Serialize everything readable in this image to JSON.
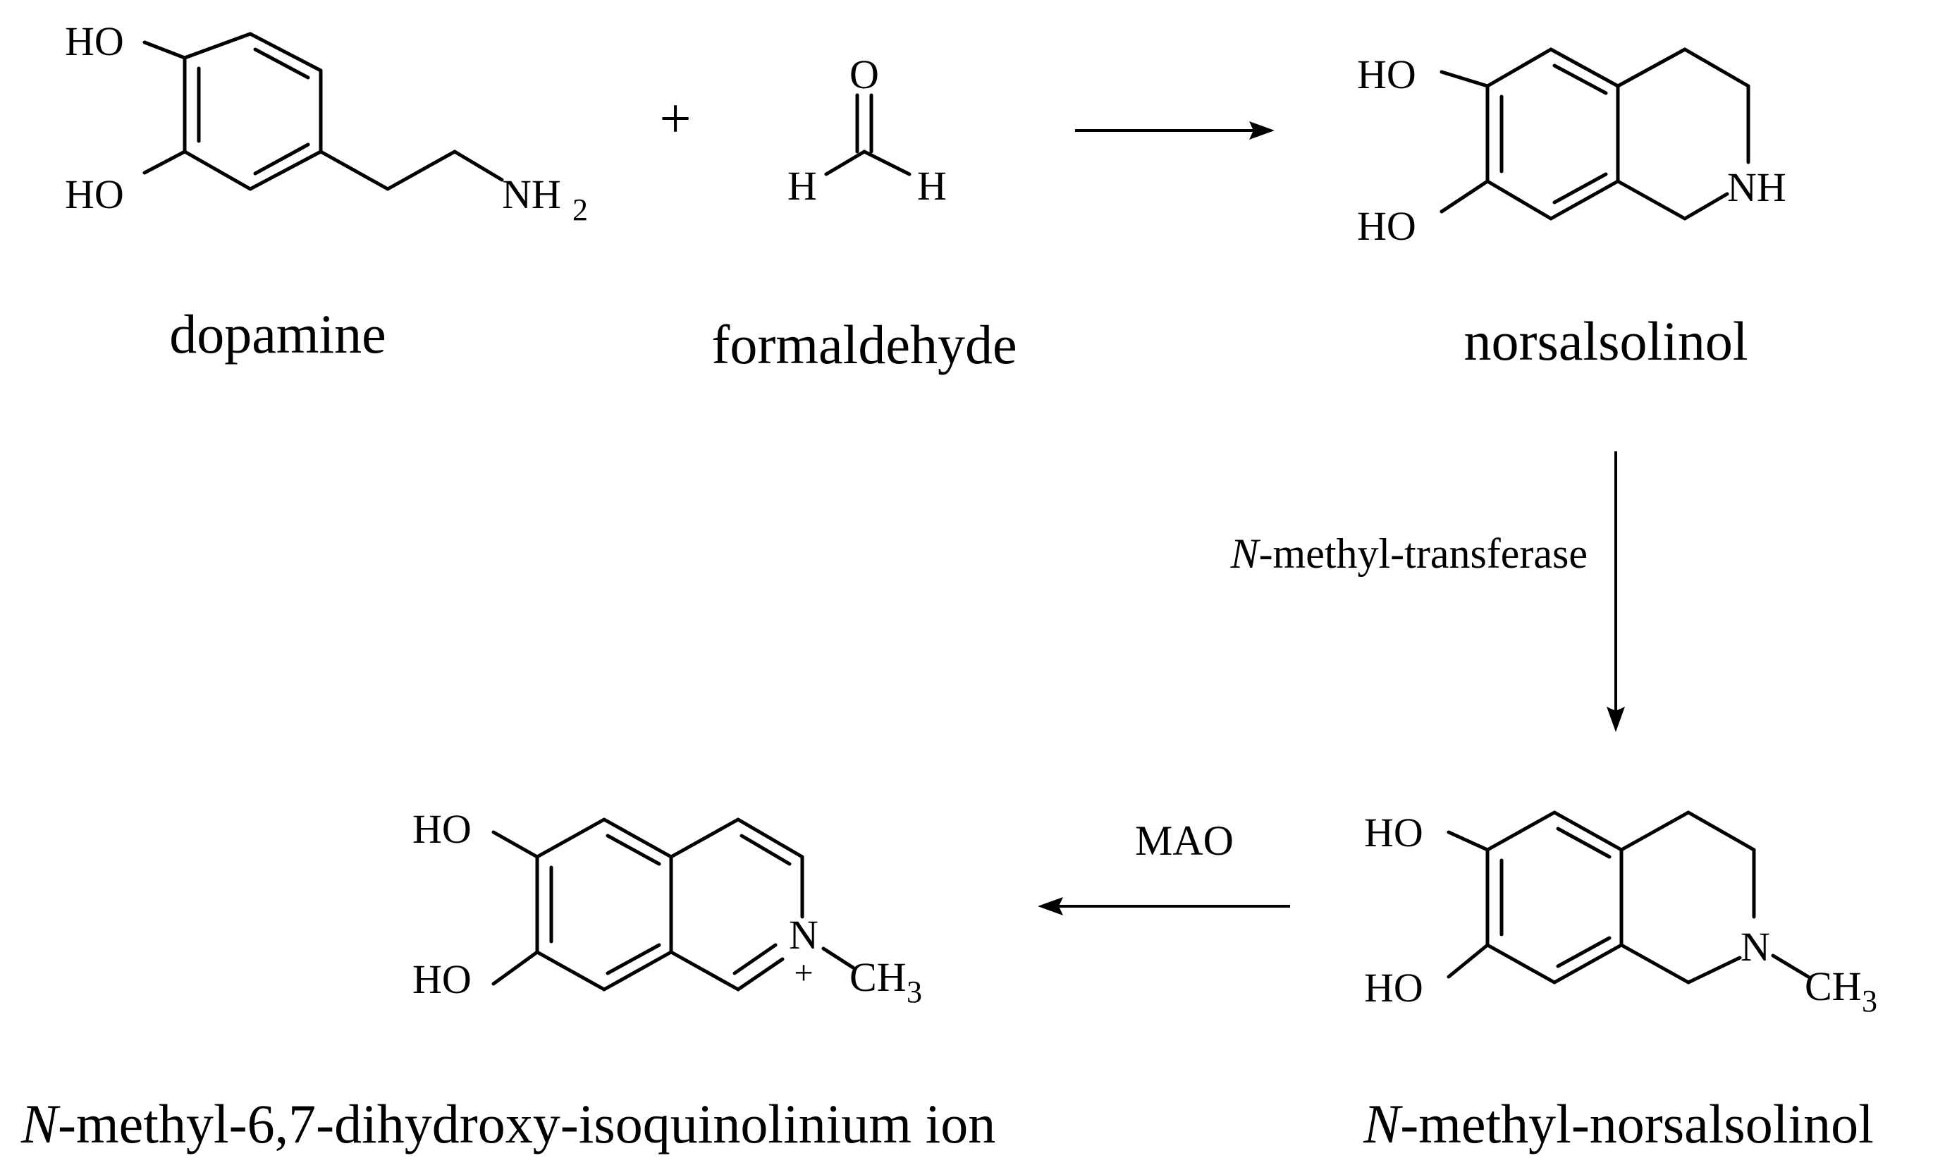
{
  "compounds": {
    "dopamine": {
      "name": "dopamine",
      "oh_top": "HO",
      "oh_bottom": "HO",
      "amine": "NH",
      "amine_sub": "2"
    },
    "formaldehyde": {
      "name": "formaldehyde",
      "oxygen": "O",
      "h_left": "H",
      "h_right": "H"
    },
    "norsalsolinol": {
      "name": "norsalsolinol",
      "oh_top": "HO",
      "oh_bottom": "HO",
      "nh": "NH"
    },
    "n_methyl_norsalsolinol": {
      "name_italic": "N",
      "name_rest": "-methyl-norsalsolinol",
      "oh_top": "HO",
      "oh_bottom": "HO",
      "nitrogen": "N",
      "methyl": "CH",
      "methyl_sub": "3"
    },
    "isoquinolinium": {
      "name_italic": "N",
      "name_rest": "-methyl-6,7-dihydroxy-isoquinolinium ion",
      "oh_top": "HO",
      "oh_bottom": "HO",
      "nitrogen": "N",
      "charge": "+",
      "methyl": "CH",
      "methyl_sub": "3"
    }
  },
  "plus_sign": "+",
  "reactions": {
    "step2_enzyme_italic": "N",
    "step2_enzyme_rest": "-methyl-transferase",
    "step3_enzyme": "MAO"
  }
}
